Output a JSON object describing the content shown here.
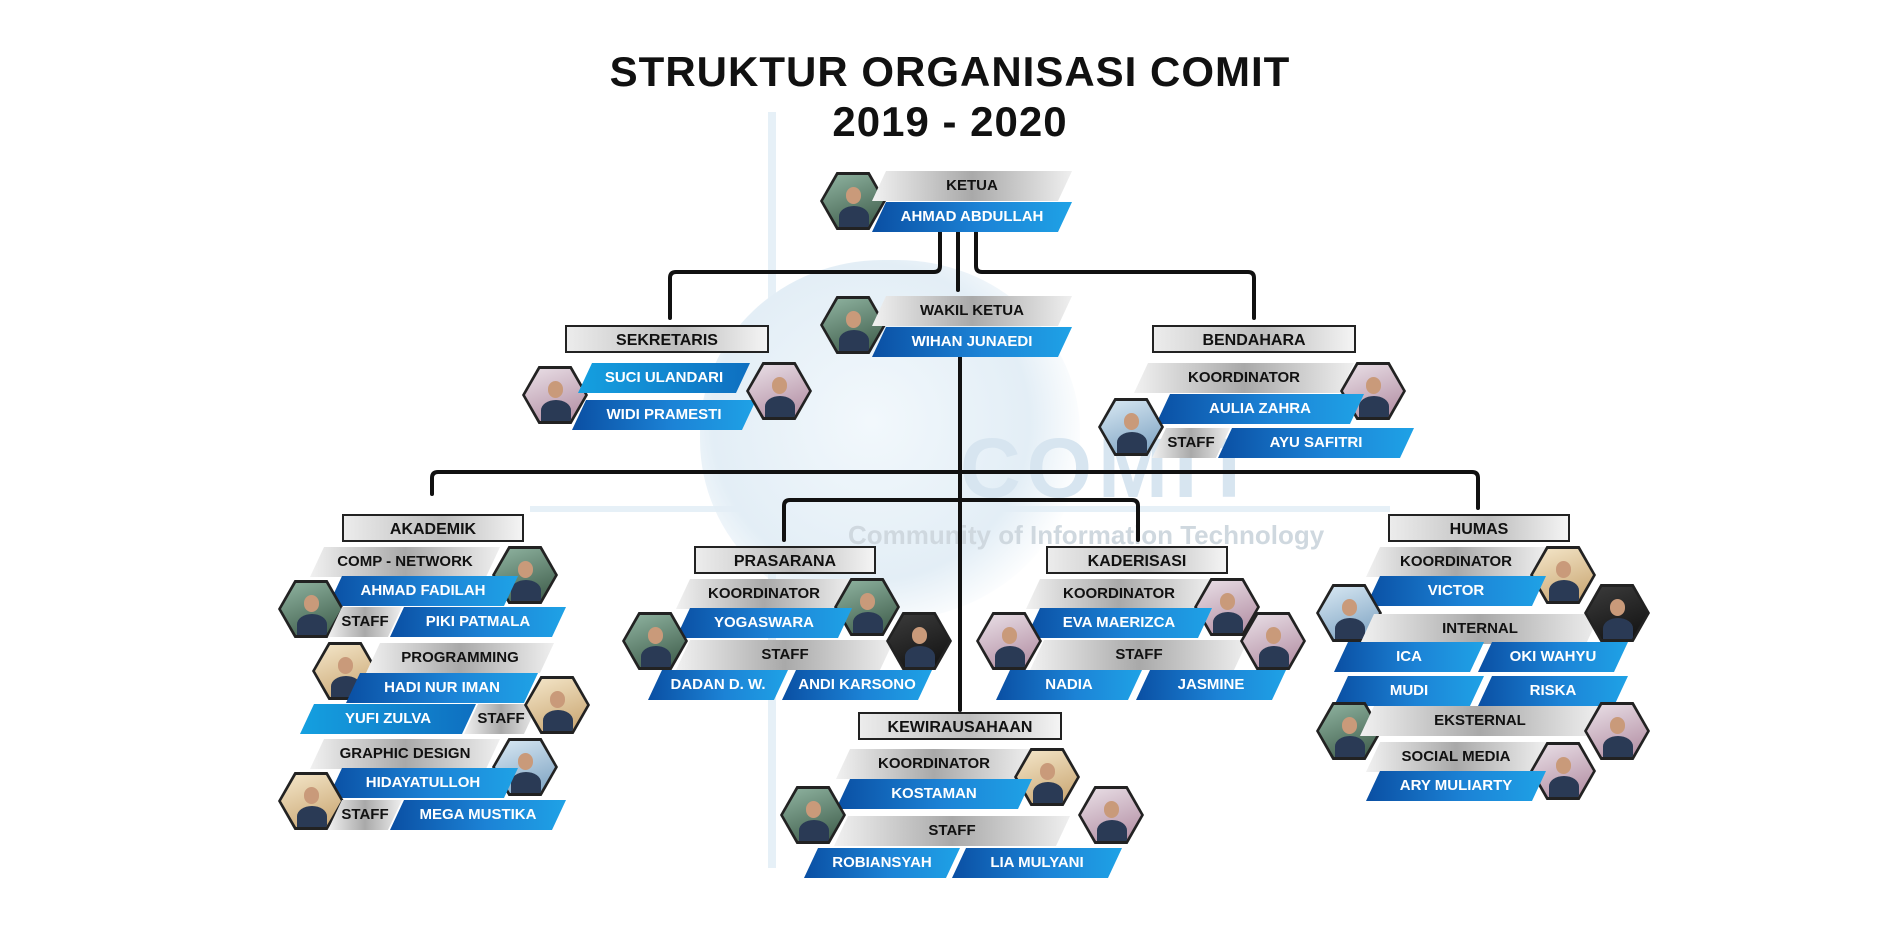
{
  "title": {
    "line1": "STRUKTUR ORGANISASI COMIT",
    "line2": "2019 - 2020"
  },
  "watermark": {
    "brand": "COMIT",
    "tagline": "Community of Information Technology"
  },
  "colors": {
    "blue_dark": "#0a4fa3",
    "blue": "#1c83d6",
    "blue_light": "#1fa2e6",
    "grey": "#bdbdbd",
    "line": "#111111"
  },
  "ketua": {
    "role": "KETUA",
    "name": "AHMAD ABDULLAH"
  },
  "wakil": {
    "role": "WAKIL KETUA",
    "name": "WIHAN JUNAEDI"
  },
  "sekretaris": {
    "title": "SEKRETARIS",
    "m1": "SUCI ULANDARI",
    "m2": "WIDI PRAMESTI"
  },
  "bendahara": {
    "title": "BENDAHARA",
    "koor_lbl": "KOORDINATOR",
    "koor": "AULIA ZAHRA",
    "staff_lbl": "STAFF",
    "staff": "AYU SAFITRI"
  },
  "akademik": {
    "title": "AKADEMIK",
    "cn_title": "COMP - NETWORK",
    "cn_name": "AHMAD FADILAH",
    "cn_staff_lbl": "STAFF",
    "cn_staff": "PIKI PATMALA",
    "pg_title": "PROGRAMMING",
    "pg_name": "HADI NUR IMAN",
    "pg_staff": "YUFI ZULVA",
    "pg_staff_lbl": "STAFF",
    "gd_title": "GRAPHIC DESIGN",
    "gd_name": "HIDAYATULLOH",
    "gd_staff_lbl": "STAFF",
    "gd_staff": "MEGA MUSTIKA"
  },
  "prasarana": {
    "title": "PRASARANA",
    "koor_lbl": "KOORDINATOR",
    "koor": "YOGASWARA",
    "staff_lbl": "STAFF",
    "s1": "DADAN D. W.",
    "s2": "ANDI KARSONO"
  },
  "kaderisasi": {
    "title": "KADERISASI",
    "koor_lbl": "KOORDINATOR",
    "koor": "EVA MAERIZCA",
    "staff_lbl": "STAFF",
    "s1": "NADIA",
    "s2": "JASMINE"
  },
  "humas": {
    "title": "HUMAS",
    "koor_lbl": "KOORDINATOR",
    "koor": "VICTOR",
    "internal": "INTERNAL",
    "i1": "ICA",
    "i2": "OKI WAHYU",
    "e1": "MUDI",
    "e2": "RISKA",
    "eksternal": "EKSTERNAL",
    "sm_title": "SOCIAL MEDIA",
    "sm_name": "ARY MULIARTY"
  },
  "kewirausahaan": {
    "title": "KEWIRAUSAHAAN",
    "koor_lbl": "KOORDINATOR",
    "koor": "KOSTAMAN",
    "staff_lbl": "STAFF",
    "s1": "ROBIANSYAH",
    "s2": "LIA MULYANI"
  }
}
